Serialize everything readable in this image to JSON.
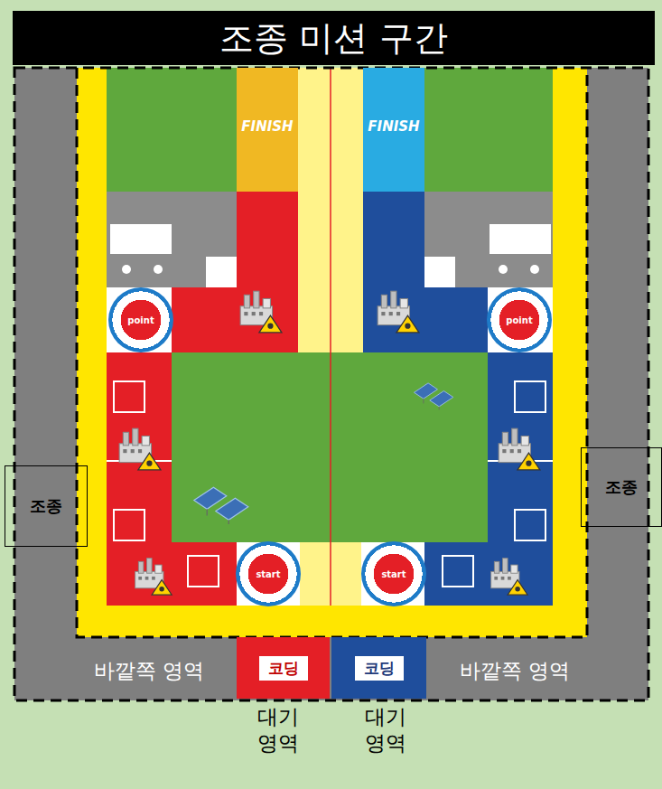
{
  "diagram": {
    "title": "조종 미션 구간",
    "nodes": [
      {
        "text": [
          "FINISH"
        ]
      },
      {
        "text": [
          "FINISH"
        ]
      },
      {
        "text": [
          "point"
        ]
      },
      {
        "text": [
          "point"
        ]
      },
      {
        "text": [
          "start"
        ]
      },
      {
        "text": [
          "start"
        ]
      },
      {
        "text": [
          "조종"
        ]
      },
      {
        "text": [
          "조종"
        ]
      },
      {
        "text": [
          "코딩"
        ]
      },
      {
        "text": [
          "코딩"
        ]
      }
    ],
    "labels": [
      "바깥쪽 영역",
      "바깥쪽 영역",
      "대기 영역",
      "대기 영역"
    ]
  }
}
